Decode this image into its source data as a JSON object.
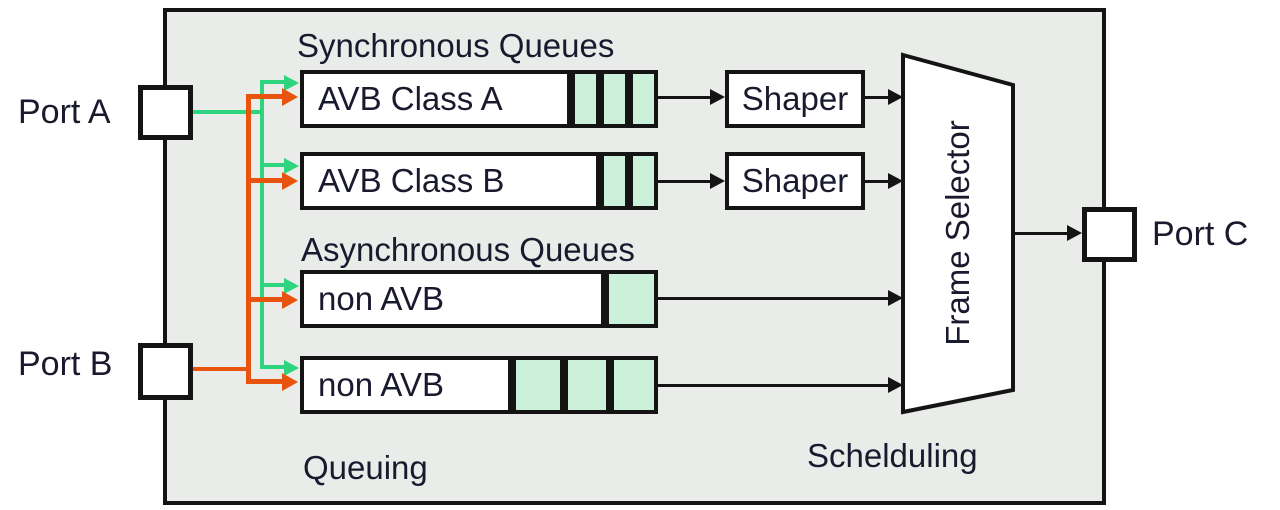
{
  "diagram": {
    "sections": {
      "synchronous_label": "Synchronous Queues",
      "asynchronous_label": "Asynchronous Queues",
      "queuing_label": "Queuing",
      "scheduling_label": "Schelduling"
    },
    "ports": {
      "a": "Port A",
      "b": "Port B",
      "c": "Port C"
    },
    "queues": [
      {
        "name": "AVB Class A",
        "group": "synchronous",
        "frames": [
          21,
          21,
          21
        ]
      },
      {
        "name": "AVB Class B",
        "group": "synchronous",
        "frames": [
          21,
          21
        ]
      },
      {
        "name": "non AVB",
        "group": "asynchronous",
        "frames": [
          45
        ]
      },
      {
        "name": "non AVB",
        "group": "asynchronous",
        "frames": [
          44,
          38,
          40
        ]
      }
    ],
    "shapers": [
      "Shaper",
      "Shaper"
    ],
    "frame_selector_label": "Frame Selector",
    "flows": [
      {
        "from": "Port A",
        "color": "green",
        "feeds": "all four queues"
      },
      {
        "from": "Port B",
        "color": "orange",
        "feeds": "all four queues"
      }
    ],
    "colors": {
      "flow-green": "#2fd57e",
      "flow-orange": "#e8530e",
      "frame-fill": "#ccf1da",
      "box-fill": "#e9ece9",
      "line-black": "#141414",
      "text": "#1a1a2e"
    }
  }
}
